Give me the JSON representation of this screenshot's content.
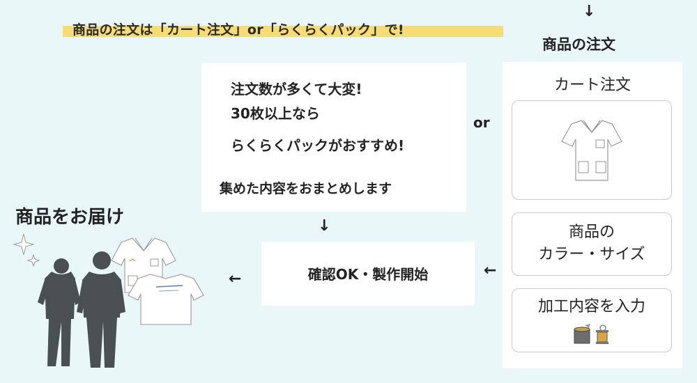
{
  "headline": "商品の注文は「カート注文」or「らくらくパック」で!",
  "order_title": "商品の注文",
  "right_panel": {
    "title": "カート注文",
    "color_size_line1": "商品の",
    "color_size_line2": "カラー・サイズ",
    "processing": "加工内容を入力"
  },
  "middle_box": {
    "line1": "注文数が多くて大変!",
    "line2": "30枚以上なら",
    "line3": "らくらくパックがおすすめ!",
    "line4": "集めた内容をおまとめします"
  },
  "or_label": "or",
  "confirm": "確認OK・製作開始",
  "delivery": "商品をお届け",
  "icons": {
    "arrow_down": "↓",
    "arrow_left": "←",
    "scrub": "scrub-shirt-icon",
    "paint": "paint-bucket-icon",
    "thread": "thread-spool-icon",
    "sparkle": "sparkle-icon"
  },
  "colors": {
    "background": "#e9f7f9",
    "highlight": "#f6dc74",
    "scrub_dark": "#4a4f51"
  }
}
